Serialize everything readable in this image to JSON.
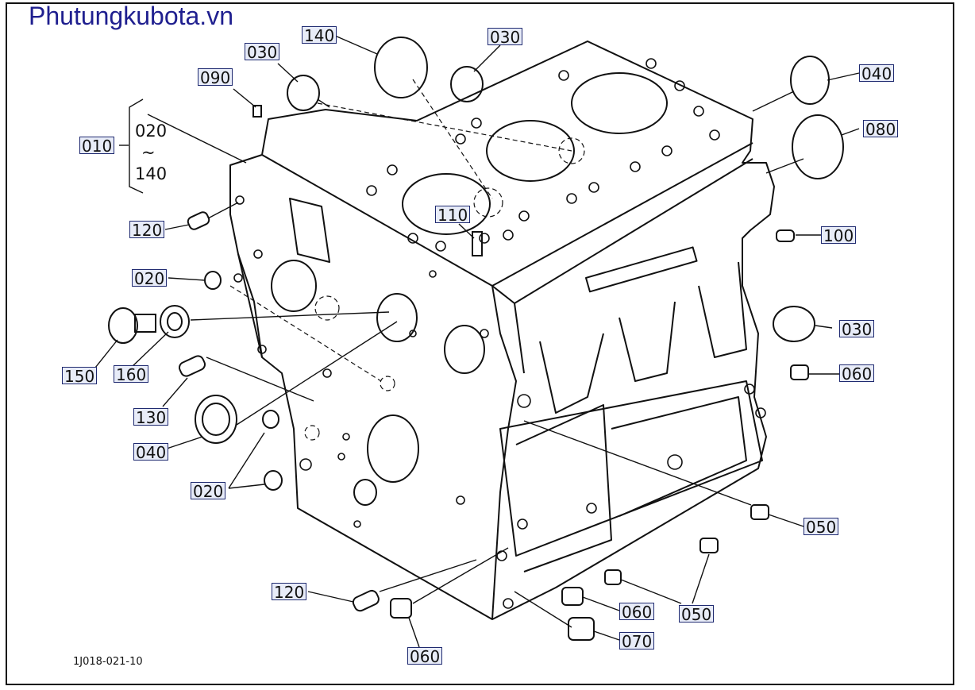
{
  "watermark": "Phutungkubota.vn",
  "drawing_code": "1J018-021-10",
  "range_bracket": {
    "from": "020",
    "tilde": "~",
    "to": "140"
  },
  "callouts": [
    "010",
    "090",
    "030",
    "140",
    "030",
    "040",
    "080",
    "120",
    "110",
    "100",
    "020",
    "150",
    "160",
    "030",
    "060",
    "130",
    "040",
    "020",
    "050",
    "120",
    "060",
    "050",
    "070",
    "060"
  ]
}
